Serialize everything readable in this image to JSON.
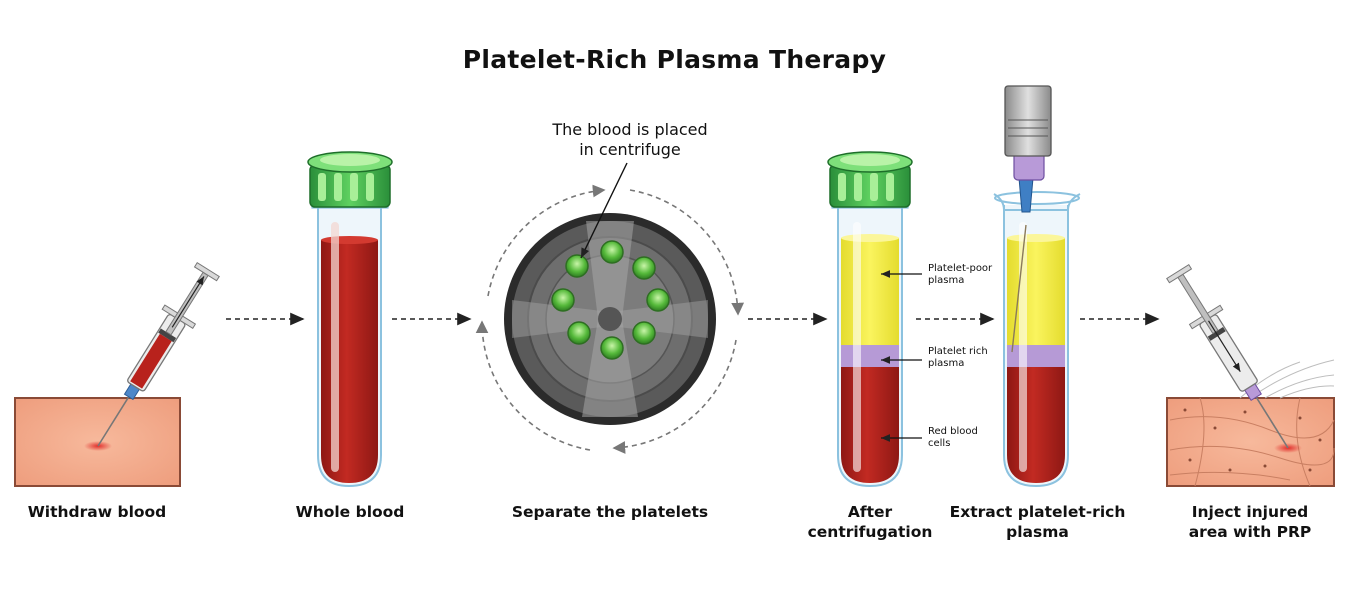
{
  "title": "Platelet-Rich Plasma Therapy",
  "steps": [
    {
      "caption": "Withdraw blood"
    },
    {
      "caption": "Whole blood"
    },
    {
      "caption": "Separate the platelets"
    },
    {
      "caption_line1": "After",
      "caption_line2": "centrifugation"
    },
    {
      "caption_line1": "Extract platelet-rich",
      "caption_line2": "plasma"
    },
    {
      "caption_line1": "Inject injured",
      "caption_line2": "area with PRP"
    }
  ],
  "centrifuge_callout": {
    "line1": "The blood is placed",
    "line2": "in centrifuge"
  },
  "layers": {
    "platelet_poor": {
      "line1": "Platelet-poor",
      "line2": "plasma"
    },
    "platelet_rich": {
      "line1": "Platelet rich",
      "line2": "plasma"
    },
    "red_cells": {
      "line1": "Red blood",
      "line2": "cells"
    }
  },
  "colors": {
    "blood": "#b5251f",
    "plasma": "#f5ef4a",
    "platelet_layer": "#b69ad6",
    "cap_green": "#37b24d",
    "skin": "#f0a788"
  }
}
